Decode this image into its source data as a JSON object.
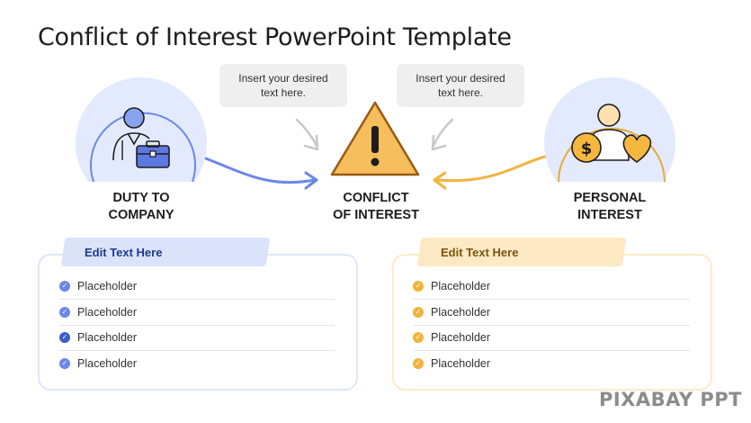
{
  "title": "Conflict of Interest PowerPoint Template",
  "bubbles": [
    {
      "text": "Insert your desired text here."
    },
    {
      "text": "Insert your desired text here."
    }
  ],
  "nodes": {
    "left": {
      "label_line1": "DUTY TO",
      "label_line2": "COMPANY",
      "color": "#6b87e8"
    },
    "center": {
      "label_line1": "CONFLICT",
      "label_line2": "OF INTEREST",
      "color": "#f6be5c"
    },
    "right": {
      "label_line1": "PERSONAL",
      "label_line2": "INTEREST",
      "color": "#e8a93a"
    }
  },
  "panels": {
    "left": {
      "heading": "Edit Text Here",
      "items": [
        "Placeholder",
        "Placeholder",
        "Placeholder",
        "Placeholder"
      ]
    },
    "right": {
      "heading": "Edit Text Here",
      "items": [
        "Placeholder",
        "Placeholder",
        "Placeholder",
        "Placeholder"
      ]
    }
  },
  "watermark": "PIXABAY PPT",
  "icons": [
    "employee-briefcase-icon",
    "warning-triangle-icon",
    "person-money-heart-icon",
    "check-icon"
  ]
}
